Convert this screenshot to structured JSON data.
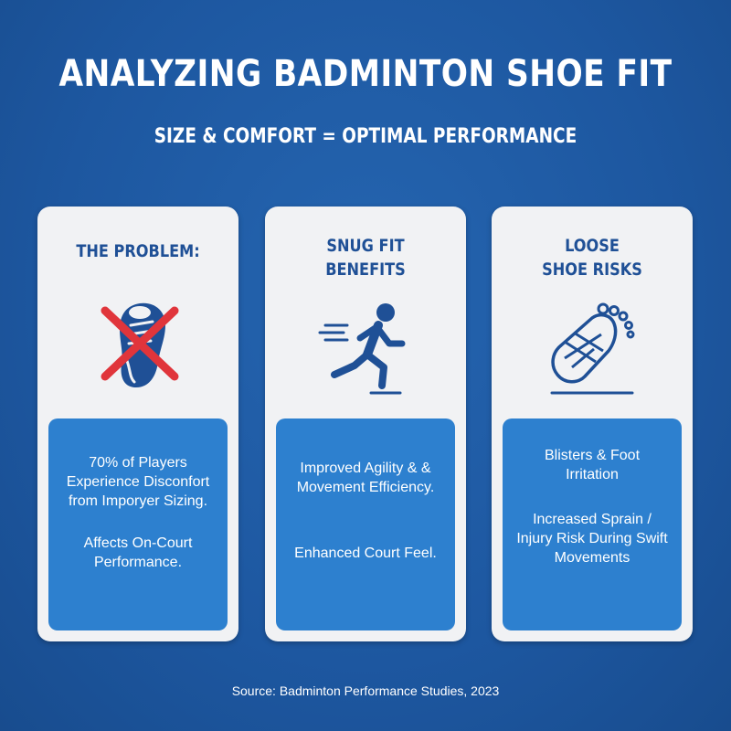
{
  "title": "ANALYZING BADMINTON SHOE FIT",
  "subtitle": "SIZE & COMFORT = OPTIMAL PERFORMANCE",
  "cards": [
    {
      "heading_lines": [
        "THE PROBLEM:"
      ],
      "icon": "crossed-out-shoe-icon",
      "paragraphs": [
        "70% of Players Experience Disconfort from Imporyer Sizing.",
        "Affects On-Court Performance."
      ]
    },
    {
      "heading_lines": [
        "SNUG FIT",
        "BENEFITS"
      ],
      "icon": "running-person-icon",
      "paragraphs": [
        "Improved Agility & & Movement Efficiency.",
        "Enhanced Court Feel."
      ]
    },
    {
      "heading_lines": [
        "LOOSE",
        "SHOE RISKS"
      ],
      "icon": "bandaged-foot-icon",
      "paragraphs": [
        "Blisters & Foot Irritation",
        "Increased Sprain / Injury Risk During Swift Movements"
      ]
    }
  ],
  "source": "Source: Badminton Performance Studies, 2023",
  "colors": {
    "background": "#1f5ba3",
    "card": "#f1f2f4",
    "panel": "#2d80cf",
    "heading": "#1f5096",
    "cross": "#e0353b"
  }
}
